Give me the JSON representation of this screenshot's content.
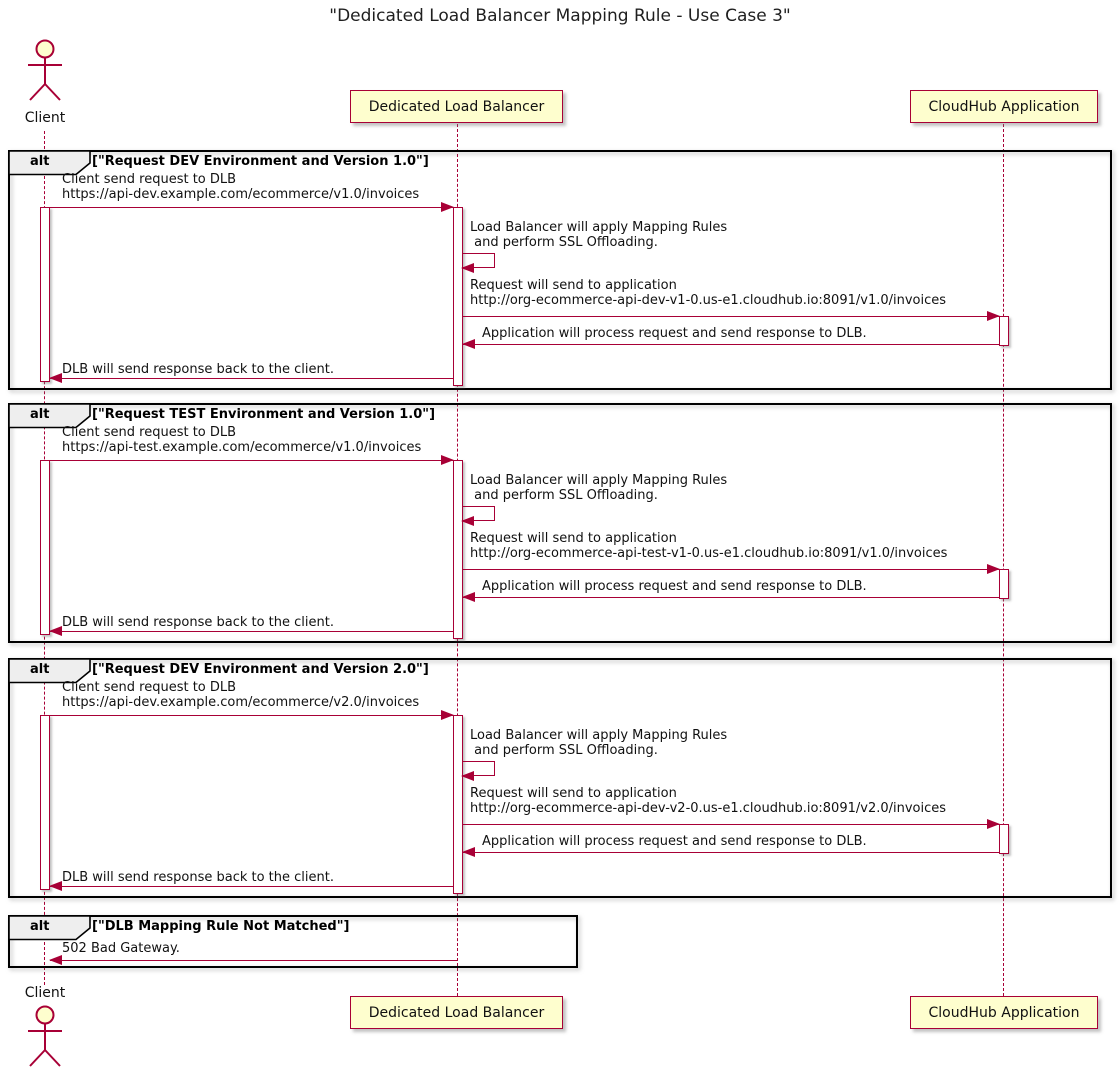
{
  "diagram_type": "sequence",
  "title": "\"Dedicated Load Balancer Mapping Rule - Use Case 3\"",
  "participants": {
    "client": {
      "name": "Client",
      "kind": "actor"
    },
    "dlb": {
      "name": "Dedicated Load Balancer",
      "kind": "participant"
    },
    "cloudhub": {
      "name": "CloudHub Application",
      "kind": "participant"
    }
  },
  "fragments": [
    {
      "operator": "alt",
      "guard": "[\"Request DEV Environment and Version 1.0\"]",
      "request_line1": "Client send request to DLB",
      "request_line2": "https://api-dev.example.com/ecommerce/v1.0/invoices",
      "self_line1": "Load Balancer will apply Mapping Rules",
      "self_line2": " and perform SSL Offloading.",
      "forward_line1": "Request will send to application",
      "forward_line2": "http://org-ecommerce-api-dev-v1-0.us-e1.cloudhub.io:8091/v1.0/invoices",
      "app_response": "Application will process request and send response to DLB.",
      "client_response": "DLB will send response back to the client."
    },
    {
      "operator": "alt",
      "guard": "[\"Request TEST Environment and Version 1.0\"]",
      "request_line1": "Client send request to DLB",
      "request_line2": "https://api-test.example.com/ecommerce/v1.0/invoices",
      "self_line1": "Load Balancer will apply Mapping Rules",
      "self_line2": " and perform SSL Offloading.",
      "forward_line1": "Request will send to application",
      "forward_line2": "http://org-ecommerce-api-test-v1-0.us-e1.cloudhub.io:8091/v1.0/invoices",
      "app_response": "Application will process request and send response to DLB.",
      "client_response": "DLB will send response back to the client."
    },
    {
      "operator": "alt",
      "guard": "[\"Request DEV Environment and Version 2.0\"]",
      "request_line1": "Client send request to DLB",
      "request_line2": "https://api-dev.example.com/ecommerce/v2.0/invoices",
      "self_line1": "Load Balancer will apply Mapping Rules",
      "self_line2": " and perform SSL Offloading.",
      "forward_line1": "Request will send to application",
      "forward_line2": "http://org-ecommerce-api-dev-v2-0.us-e1.cloudhub.io:8091/v2.0/invoices",
      "app_response": "Application will process request and send response to DLB.",
      "client_response": "DLB will send response back to the client."
    },
    {
      "operator": "alt",
      "guard": "[\"DLB Mapping Rule Not Matched\"]",
      "error_response": "502 Bad Gateway."
    }
  ],
  "colors": {
    "accent": "#A80036",
    "participant_fill": "#FEFECE",
    "fragment_border": "#000000",
    "operator_tab_fill": "#EEEEEE",
    "text": "#1A1A1A",
    "background": "#FFFFFF"
  }
}
